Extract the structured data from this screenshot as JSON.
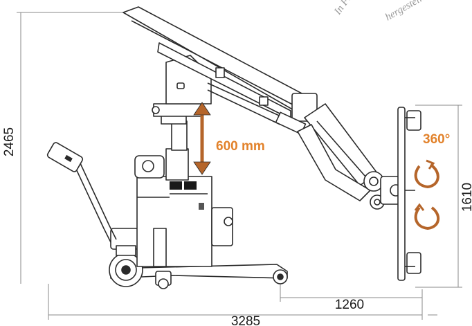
{
  "dimensions": {
    "total_height": "2465",
    "lift_stroke": "600 mm",
    "rotation": "360°",
    "head_height": "1610",
    "reach_offset": "1260",
    "total_length": "3285"
  },
  "watermark": {
    "left": "In Fran",
    "right": "hergestellt"
  },
  "colors": {
    "accent": "#e2822b",
    "arrow": "#b5652a",
    "line": "#2a2a2a",
    "dim": "#8a8a8a"
  }
}
